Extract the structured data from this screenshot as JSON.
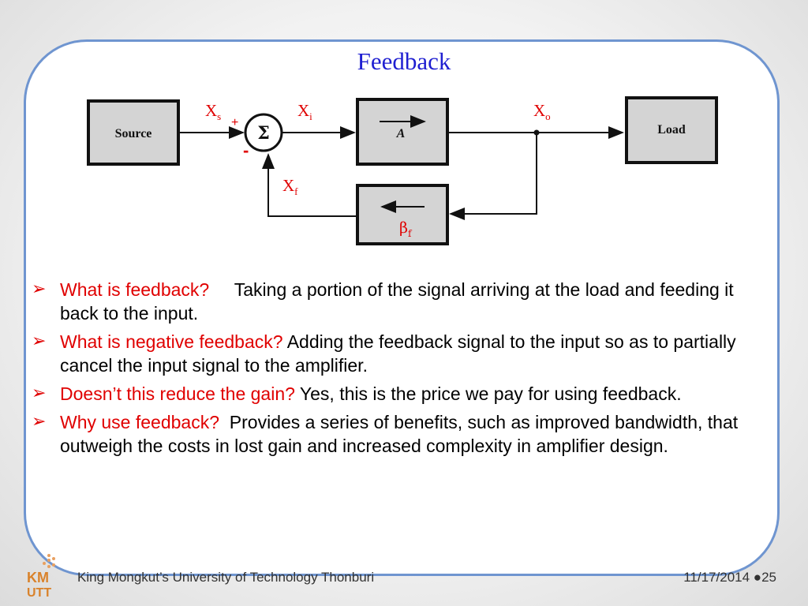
{
  "slide": {
    "title": "Feedback"
  },
  "diagram": {
    "source_label": "Source",
    "amp_label": "A",
    "load_label": "Load",
    "sum_symbol": "Σ",
    "plus_sign": "+",
    "minus_sign": "-",
    "xs_main": "X",
    "xs_sub": "s",
    "xi_main": "X",
    "xi_sub": "i",
    "xo_main": "X",
    "xo_sub": "o",
    "xf_main": "X",
    "xf_sub": "f",
    "beta_main": "β",
    "beta_sub": "f"
  },
  "bullets": [
    {
      "question": "What is feedback?",
      "answer": "Taking a portion of the signal arriving at the load and feeding it back to the input."
    },
    {
      "question": "What is negative feedback?",
      "answer": "Adding the feedback signal to the input so as to partially cancel the input signal to the amplifier."
    },
    {
      "question": "Doesn’t this reduce the gain?",
      "answer": "Yes, this is the price we pay for using feedback."
    },
    {
      "question": "Why use feedback?",
      "answer": "Provides a series of benefits, such as improved bandwidth, that outweigh the costs in lost gain and increased complexity in amplifier design."
    }
  ],
  "footer": {
    "logo_line1": "KM",
    "logo_line2": "UTT",
    "institution": "King Mongkut’s University of Technology Thonburi",
    "date": "11/17/2014",
    "page": "25"
  },
  "colors": {
    "frame": "#6f95d0",
    "title": "#1f1fd1",
    "question": "#e00000",
    "diagram_label": "#e00000",
    "block_fill": "#d4d4d4"
  },
  "icons": {
    "bullet": "arrow-bullet-icon"
  }
}
